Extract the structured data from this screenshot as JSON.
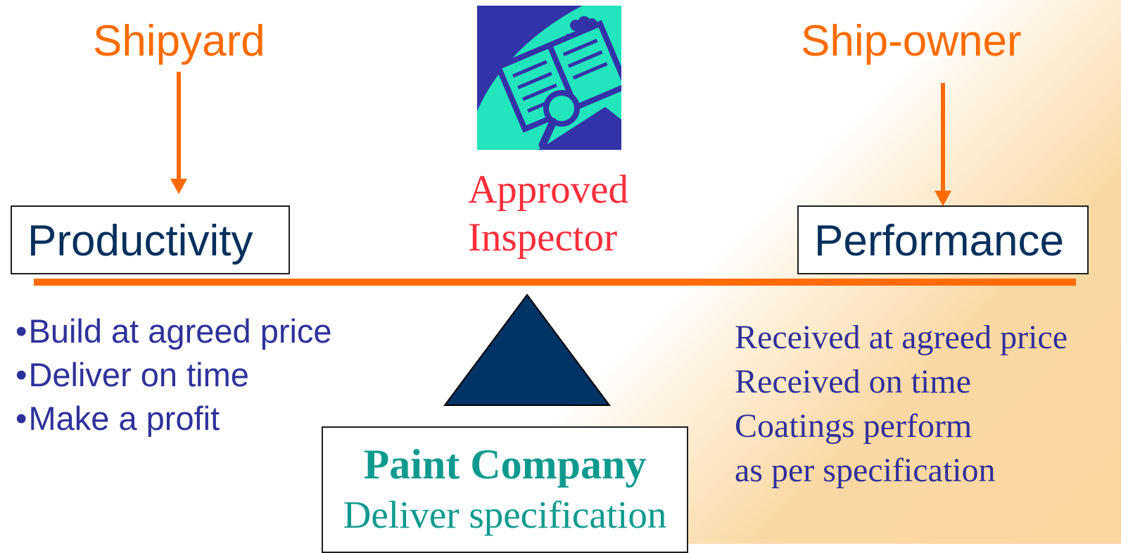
{
  "labels": {
    "shipyard": "Shipyard",
    "shipowner": "Ship-owner",
    "productivity": "Productivity",
    "performance": "Performance"
  },
  "inspector": {
    "line1": "Approved",
    "line2": "Inspector",
    "icon": "inspection-report-icon"
  },
  "left_list": [
    "Build at agreed price",
    "Deliver on time",
    "Make a profit"
  ],
  "right_list": [
    "Received at agreed price",
    "Received on time",
    "Coatings perform",
    "as per specification"
  ],
  "paint_company": {
    "title": "Paint Company",
    "subtitle": "Deliver specification"
  },
  "colors": {
    "accent": "#ff6b00",
    "inspector": "#ff2d3a",
    "navy": "#06305c",
    "list_text": "#2f319a",
    "teal": "#0f9a8f",
    "icon_bg": "#3333a8",
    "icon_fg": "#22e5bd",
    "fulcrum": "#003366"
  }
}
